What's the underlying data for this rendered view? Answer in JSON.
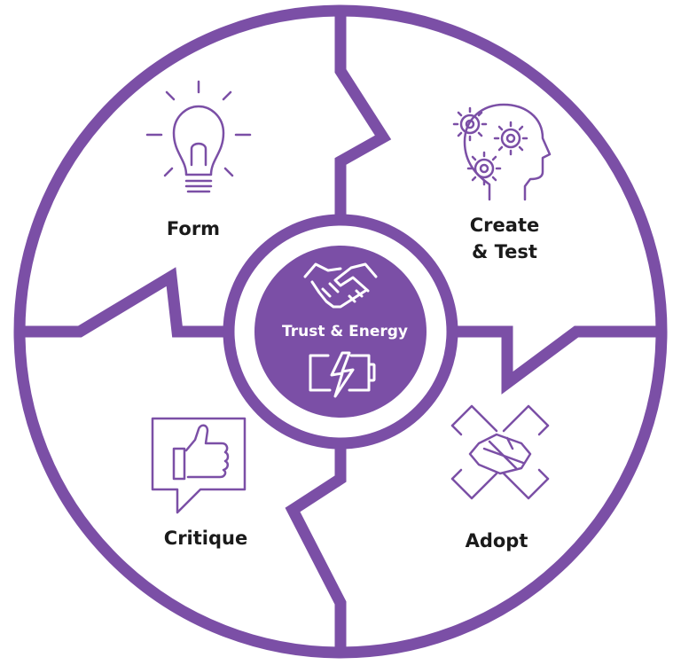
{
  "colors": {
    "primary": "#7b4fa6",
    "text": "#1a1a1a",
    "center_text": "#ffffff",
    "background": "#ffffff"
  },
  "center": {
    "label": "Trust & Energy",
    "icons": [
      "handshake-icon",
      "battery-charging-icon"
    ]
  },
  "quadrants": [
    {
      "key": "form",
      "label": "Form",
      "icon": "lightbulb-icon"
    },
    {
      "key": "create",
      "label_lines": [
        "Create",
        "& Test"
      ],
      "icon": "head-gears-icon"
    },
    {
      "key": "adopt",
      "label": "Adopt",
      "icon": "team-hands-icon"
    },
    {
      "key": "critique",
      "label": "Critique",
      "icon": "thumbs-up-speech-bubble-icon"
    }
  ]
}
